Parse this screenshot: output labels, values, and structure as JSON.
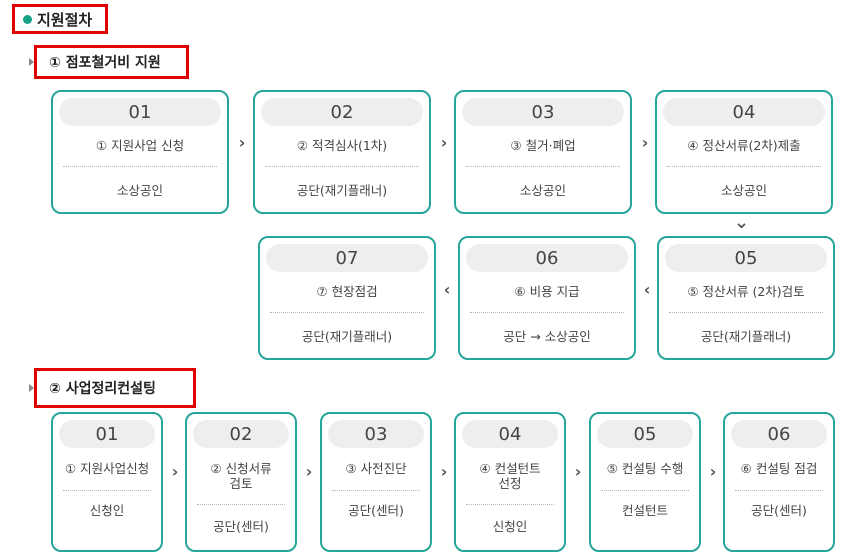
{
  "title": "지원절차",
  "section1": {
    "heading": "① 점포철거비 지원",
    "steps": [
      {
        "num": "01",
        "label": "① 지원사업 신청",
        "actor": "소상공인"
      },
      {
        "num": "02",
        "label": "② 적격심사(1차)",
        "actor": "공단(재기플래너)"
      },
      {
        "num": "03",
        "label": "③ 철거·폐업",
        "actor": "소상공인"
      },
      {
        "num": "04",
        "label": "④ 정산서류(2차)제출",
        "actor": "소상공인"
      },
      {
        "num": "05",
        "label": "⑤ 정산서류 (2차)검토",
        "actor": "공단(재기플래너)"
      },
      {
        "num": "06",
        "label": "⑥ 비용 지급",
        "actor": "공단 → 소상공인"
      },
      {
        "num": "07",
        "label": "⑦ 현장점검",
        "actor": "공단(재기플래너)"
      }
    ]
  },
  "section2": {
    "heading": "② 사업정리컨설팅",
    "steps": [
      {
        "num": "01",
        "label1": "① 지원사업신청",
        "label2": "",
        "actor": "신청인"
      },
      {
        "num": "02",
        "label1": "② 신청서류",
        "label2": "검토",
        "actor": "공단(센터)"
      },
      {
        "num": "03",
        "label1": "③ 사전진단",
        "label2": "",
        "actor": "공단(센터)"
      },
      {
        "num": "04",
        "label1": "④ 컨설턴트",
        "label2": "선정",
        "actor": "신청인"
      },
      {
        "num": "05",
        "label1": "⑤ 컨설팅 수행",
        "label2": "",
        "actor": "컨설턴트"
      },
      {
        "num": "06",
        "label1": "⑥ 컨설팅 점검",
        "label2": "",
        "actor": "공단(센터)"
      }
    ]
  },
  "icons": {
    "right": "›",
    "left": "‹",
    "down": "⌄"
  }
}
